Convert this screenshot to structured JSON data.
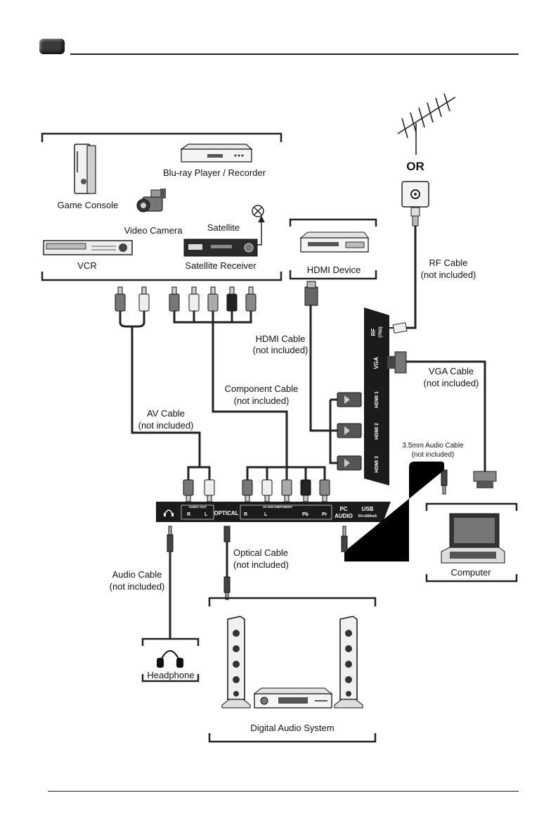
{
  "devices": {
    "game_console": "Game Console",
    "bluray": "Blu-ray Player / Recorder",
    "video_camera": "Video Camera",
    "satellite": "Satellite",
    "vcr": "VCR",
    "satellite_receiver": "Satellite Receiver",
    "hdmi_device": "HDMI Device",
    "computer": "Computer",
    "headphone": "Headphone",
    "digital_audio_system": "Digital Audio System"
  },
  "antenna": {
    "or_label": "OR"
  },
  "cables": {
    "rf": [
      "RF Cable",
      "(not included)"
    ],
    "hdmi": [
      "HDMI Cable",
      "(not included)"
    ],
    "vga": [
      "VGA Cable",
      "(not included)"
    ],
    "component": [
      "Component Cable",
      "(not included)"
    ],
    "av": [
      "AV Cable",
      "(not included)"
    ],
    "audio_35": [
      "3.5mm Audio Cable",
      "(not included)"
    ],
    "optical": [
      "Optical Cable",
      "(not included)"
    ],
    "audio": [
      "Audio Cable",
      "(not included)"
    ]
  },
  "side_panel": {
    "rf": "RF",
    "rf_sub": "(75Ω)",
    "vga": "VGA",
    "hdmi1": "HDMI 1",
    "hdmi2": "HDMI 2",
    "hdmi3": "HDMI 3"
  },
  "bottom_panel": {
    "audio_out": "AUDIO OUT",
    "audio_r": "R",
    "audio_l": "L",
    "optical": "OPTICAL",
    "av_in": "AV IN/COMPONENT",
    "comp_r": "R",
    "comp_l": "L",
    "pb": "Pb",
    "pr": "Pr",
    "pc": "PC",
    "pc_audio": "AUDIO",
    "usb": "USB",
    "usb_rating": "5V⎓500mA"
  }
}
